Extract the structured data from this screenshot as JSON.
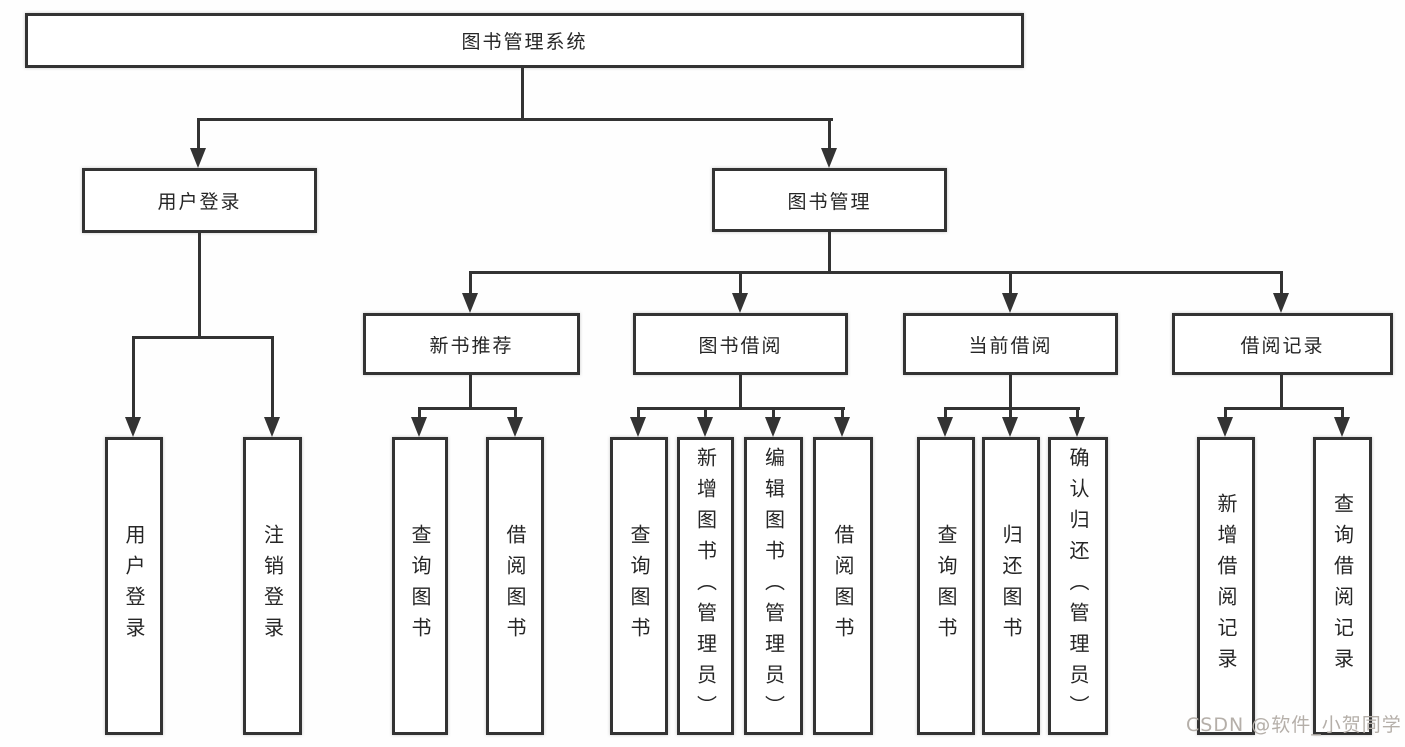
{
  "root": {
    "label": "图书管理系统"
  },
  "user_login": {
    "label": "用户登录",
    "children": [
      {
        "label": "用户登录"
      },
      {
        "label": "注销登录"
      }
    ]
  },
  "book_mgmt": {
    "label": "图书管理",
    "children": [
      {
        "label": "新书推荐",
        "children": [
          {
            "label": "查询图书"
          },
          {
            "label": "借阅图书"
          }
        ]
      },
      {
        "label": "图书借阅",
        "children": [
          {
            "label": "查询图书"
          },
          {
            "label": "新增图书（管理员）"
          },
          {
            "label": "编辑图书（管理员）"
          },
          {
            "label": "借阅图书"
          }
        ]
      },
      {
        "label": "当前借阅",
        "children": [
          {
            "label": "查询图书"
          },
          {
            "label": "归还图书"
          },
          {
            "label": "确认归还（管理员）"
          }
        ]
      },
      {
        "label": "借阅记录",
        "children": [
          {
            "label": "新增借阅记录"
          },
          {
            "label": "查询借阅记录"
          }
        ]
      }
    ]
  },
  "watermark": "CSDN @软件_小贺同学",
  "colors": {
    "line": "#333333",
    "box_bg": "#ffffff",
    "text": "#262626",
    "watermark": "#b5afa9",
    "background": "#fefefe"
  }
}
